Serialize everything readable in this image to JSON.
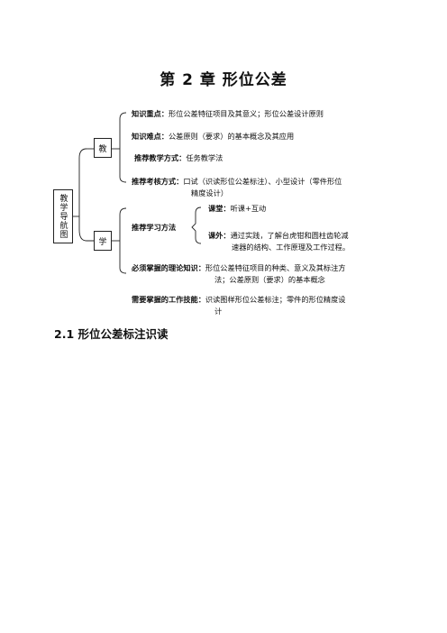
{
  "chapter_title": "第 2 章  形位公差",
  "nav_label": "教学导航图",
  "teach_label": "教",
  "learn_label": "学",
  "teach": {
    "key_points": {
      "label": "知识重点：",
      "text": "形位公差特征项目及其意义；形位公差设计原则"
    },
    "difficulties": {
      "label": "知识难点：",
      "text": "公差原则（要求）的基本概念及其应用"
    },
    "method": {
      "label": "推荐教学方式：",
      "text": "任务教学法"
    },
    "assessment": {
      "label": "推荐考核方式：",
      "text": "口试（识读形位公差标注）、小型设计（零件形位",
      "cont": "精度设计）"
    }
  },
  "learn": {
    "method_label": "推荐学习方法",
    "classroom": {
      "label": "课堂：",
      "text": "听课+互动"
    },
    "extracurricular": {
      "label": "课外：",
      "text": "通过实践，了解台虎钳和圆柱齿轮减",
      "cont": "速器的结构、工作原理及工作过程。"
    },
    "theory": {
      "label": "必须掌握的理论知识：",
      "text": "形位公差特征项目的种类、意义及其标注方",
      "cont": "法；公差原则（要求）的基本概念"
    },
    "skills": {
      "label": "需要掌握的工作技能：",
      "text": "识读图样形位公差标注；零件的形位精度设",
      "cont": "计"
    }
  },
  "section_heading": "2.1 形位公差标注识读"
}
